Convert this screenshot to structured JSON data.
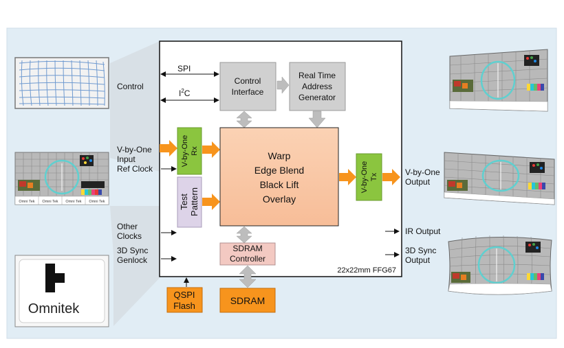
{
  "colors": {
    "panel_bg": "#e1edf5",
    "chip_bg": "#ffffff",
    "block_gray": "#d0d0d0",
    "warp_orange": "#f9c4a0",
    "green": "#8bc53f",
    "lavender": "#ddd3e8",
    "pink": "#f3c9c2",
    "orange": "#f7941d",
    "arrow_gray": "#bdbdbd"
  },
  "left_labels": {
    "control": "Control",
    "vbyone_input_1": "V-by-One",
    "vbyone_input_2": "Input",
    "ref_clock": "Ref Clock",
    "other_1": "Other",
    "other_2": "Clocks",
    "sync_1": "3D Sync",
    "sync_2": "Genlock"
  },
  "chip": {
    "spi": "SPI",
    "i2c_main": "I",
    "i2c_sup": "2",
    "i2c_tail": "C",
    "control_interface_1": "Control",
    "control_interface_2": "Interface",
    "rta_1": "Real Time",
    "rta_2": "Address",
    "rta_3": "Generator",
    "rx_1": "V-by-One",
    "rx_2": "Rx",
    "test_1": "Test",
    "test_2": "Pattern",
    "warp_lines": [
      "Warp",
      "Edge Blend",
      "Black Lift",
      "Overlay"
    ],
    "tx_1": "V-by-One",
    "tx_2": "Tx",
    "sdram_ctrl_1": "SDRAM",
    "sdram_ctrl_2": "Controller",
    "package": "22x22mm FFG67"
  },
  "external": {
    "qspi_1": "QSPI",
    "qspi_2": "Flash",
    "sdram": "SDRAM",
    "logo_text": "Omnitek"
  },
  "right_labels": {
    "vbyone_output_1": "V-by-One",
    "vbyone_output_2": "Output",
    "ir_output": "IR Output",
    "sync_out_1": "3D Sync",
    "sync_out_2": "Output"
  },
  "thumb_text": {
    "tab": "Omni Tek"
  }
}
